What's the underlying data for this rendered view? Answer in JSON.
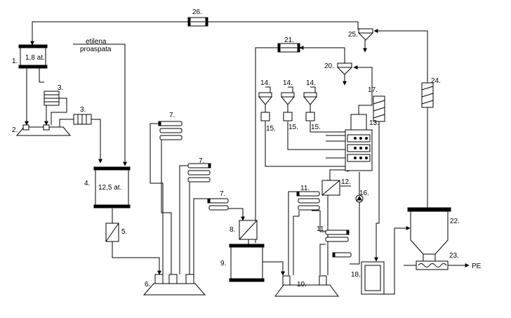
{
  "labels": {
    "n1": "1.",
    "n2": "2.",
    "n3a": "3.",
    "n3b": "3.",
    "n4": "4.",
    "n5": "5.",
    "n6": "6.",
    "n7a": "7.",
    "n7b": "7.",
    "n7c": "7.",
    "n8": "8.",
    "n9": "9.",
    "n10": "10.",
    "n11a": "11.",
    "n11b": "11.",
    "n12": "12.",
    "n13": "13.",
    "n14a": "14.",
    "n14b": "14.",
    "n14c": "14.",
    "n15a": "15.",
    "n15b": "15.",
    "n15c": "15.",
    "n16": "16.",
    "n17": "17.",
    "n18": "18.",
    "n20": "20.",
    "n21": "21.",
    "n22": "22.",
    "n23": "23.",
    "n24": "24.",
    "n25": "25.",
    "n26": "26."
  },
  "text": {
    "pressure_1": "1,8 at.",
    "pressure_4": "12,5 at.",
    "feed_line1": "etilena",
    "feed_line2": "proaspata",
    "product": "PE"
  }
}
